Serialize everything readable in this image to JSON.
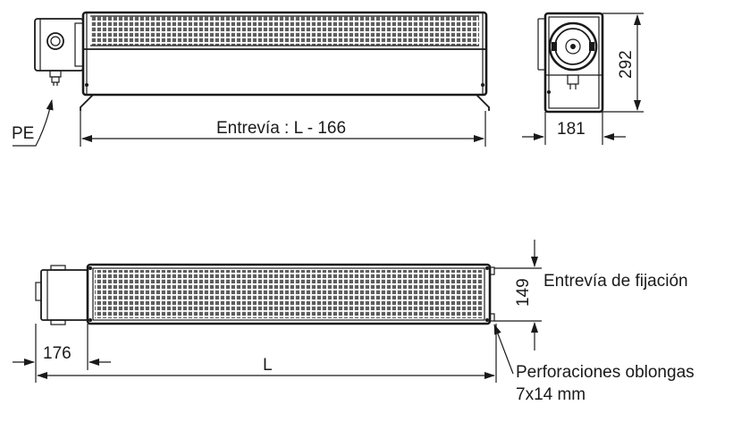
{
  "colors": {
    "ink": "#1a1a1a",
    "background": "#ffffff",
    "grille": "#6e6e6e"
  },
  "labels": {
    "pe": "PE",
    "entrevia_top": "Entrevía : L - 166",
    "width_181": "181",
    "height_292": "292",
    "entrevia_fijacion": "Entrevía de fijación",
    "dim_149": "149",
    "dim_176": "176",
    "length_L": "L",
    "perforaciones_line1": "Perforaciones oblongas",
    "perforaciones_line2": "7x14 mm"
  },
  "icons": [
    "grille-pattern",
    "terminal-box",
    "cable-gland",
    "fan-motor",
    "mounting-foot"
  ]
}
